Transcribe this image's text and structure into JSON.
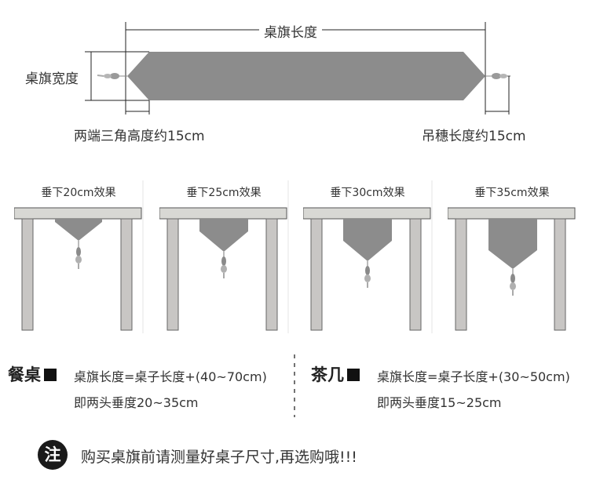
{
  "top_diagram": {
    "length_label": "桌旗长度",
    "width_label": "桌旗宽度",
    "triangle_label": "两端三角高度约15cm",
    "tassel_label": "吊穗长度约15cm"
  },
  "panels": [
    {
      "title": "垂下20cm效果"
    },
    {
      "title": "垂下25cm效果"
    },
    {
      "title": "垂下30cm效果"
    },
    {
      "title": "垂下35cm效果"
    }
  ],
  "dining_table": {
    "title": "餐桌",
    "formula": "桌旗长度=桌子长度+(40~70cm)",
    "overhang": "即两头垂度20~35cm"
  },
  "coffee_table": {
    "title": "茶几",
    "formula": "桌旗长度=桌子长度+(30~50cm)",
    "overhang": "即两头垂度15~25cm"
  },
  "note": {
    "badge": "注",
    "text": "购买桌旗前请测量好桌子尺寸,再选购哦!!!"
  },
  "colors": {
    "runner": "#8c8c8c",
    "table_top": "#d8d8d4",
    "leg": "#c8c6c4",
    "line": "#222222"
  }
}
